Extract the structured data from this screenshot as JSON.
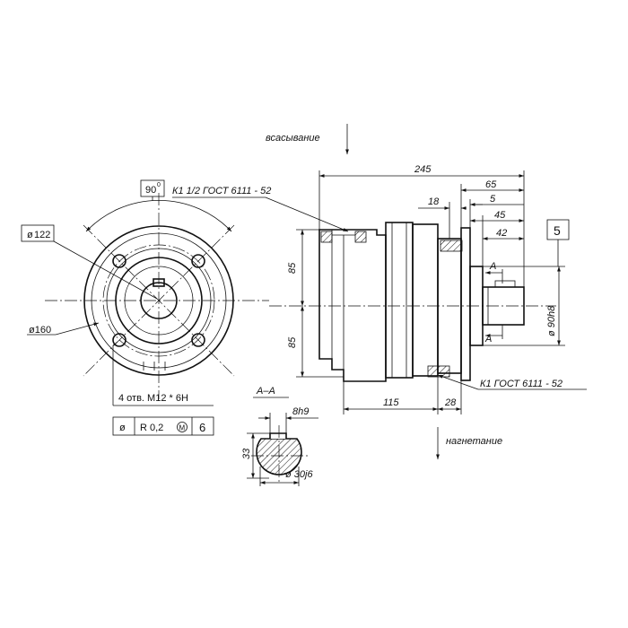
{
  "labels": {
    "suction": "всасывание",
    "discharge": "нагнетание",
    "thread_top": "К1 1/2 ГОСТ 6111 - 52",
    "thread_bottom": "К1 ГОСТ 6111 - 52",
    "section_title": "A–A",
    "section_mark_a1": "A",
    "section_mark_a2": "A"
  },
  "front_view": {
    "angle_box": "90",
    "angle_sup": "0",
    "dia_122": "122",
    "dia_160": "ø160",
    "holes_note": "4 отв. М12 * 6Н",
    "tol_symbol": "ø",
    "tol_value": "R 0,2",
    "tol_mod": "M",
    "tol_ref": "6"
  },
  "side_view": {
    "dim_245": "245",
    "dim_65": "65",
    "dim_18": "18",
    "dim_5": "5",
    "dim_45": "45",
    "dim_42": "42",
    "dim_85_top": "85",
    "dim_85_bottom": "85",
    "dim_115": "115",
    "dim_28": "28",
    "dim_90h8": "ø 90h8",
    "ref_box": "5"
  },
  "section": {
    "dim_8h9": "8h9",
    "dim_33": "33",
    "dim_30j6": "ø 30j6"
  }
}
